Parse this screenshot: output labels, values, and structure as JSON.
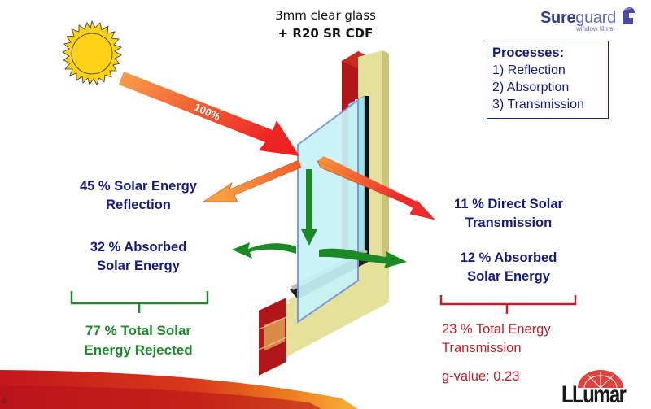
{
  "header": {
    "line1": "3mm clear glass",
    "line2": "+ R20 SR CDF"
  },
  "logo_top": {
    "brand_bold": "Sure",
    "brand_light": "guard",
    "tagline": "window films",
    "icon": "helmet-icon"
  },
  "processes_box": {
    "heading": "Processes:",
    "items": [
      "1) Reflection",
      "2) Absorption",
      "3) Transmission"
    ]
  },
  "diagram": {
    "incoming_label": "100%",
    "sun_icon": "sun-icon",
    "colors": {
      "blue_text": "#141a80",
      "green": "#1f8a2c",
      "red_text": "#c0202a",
      "arrow_orange": "#f5923a",
      "arrow_red": "#ee2a2a",
      "glass": "#c7f3f7",
      "frame": "#e6e3a0",
      "brick": "#b0161a"
    }
  },
  "left": {
    "reflection_l1": "45 % Solar Energy",
    "reflection_l2": "Reflection",
    "absorbed_l1": "32 % Absorbed",
    "absorbed_l2": "Solar Energy",
    "total_l1": "77 % Total Solar",
    "total_l2": "Energy Rejected"
  },
  "right": {
    "direct_l1": "11 % Direct Solar",
    "direct_l2": "Transmission",
    "absorbed_l1": "12 % Absorbed",
    "absorbed_l2": "Solar Energy",
    "total_l1": "23 % Total Energy",
    "total_l2": "Transmission",
    "gvalue": "g-value: 0.23"
  },
  "logo_bottom": {
    "text": "LLumar"
  },
  "footer": {
    "page_number": "3"
  }
}
